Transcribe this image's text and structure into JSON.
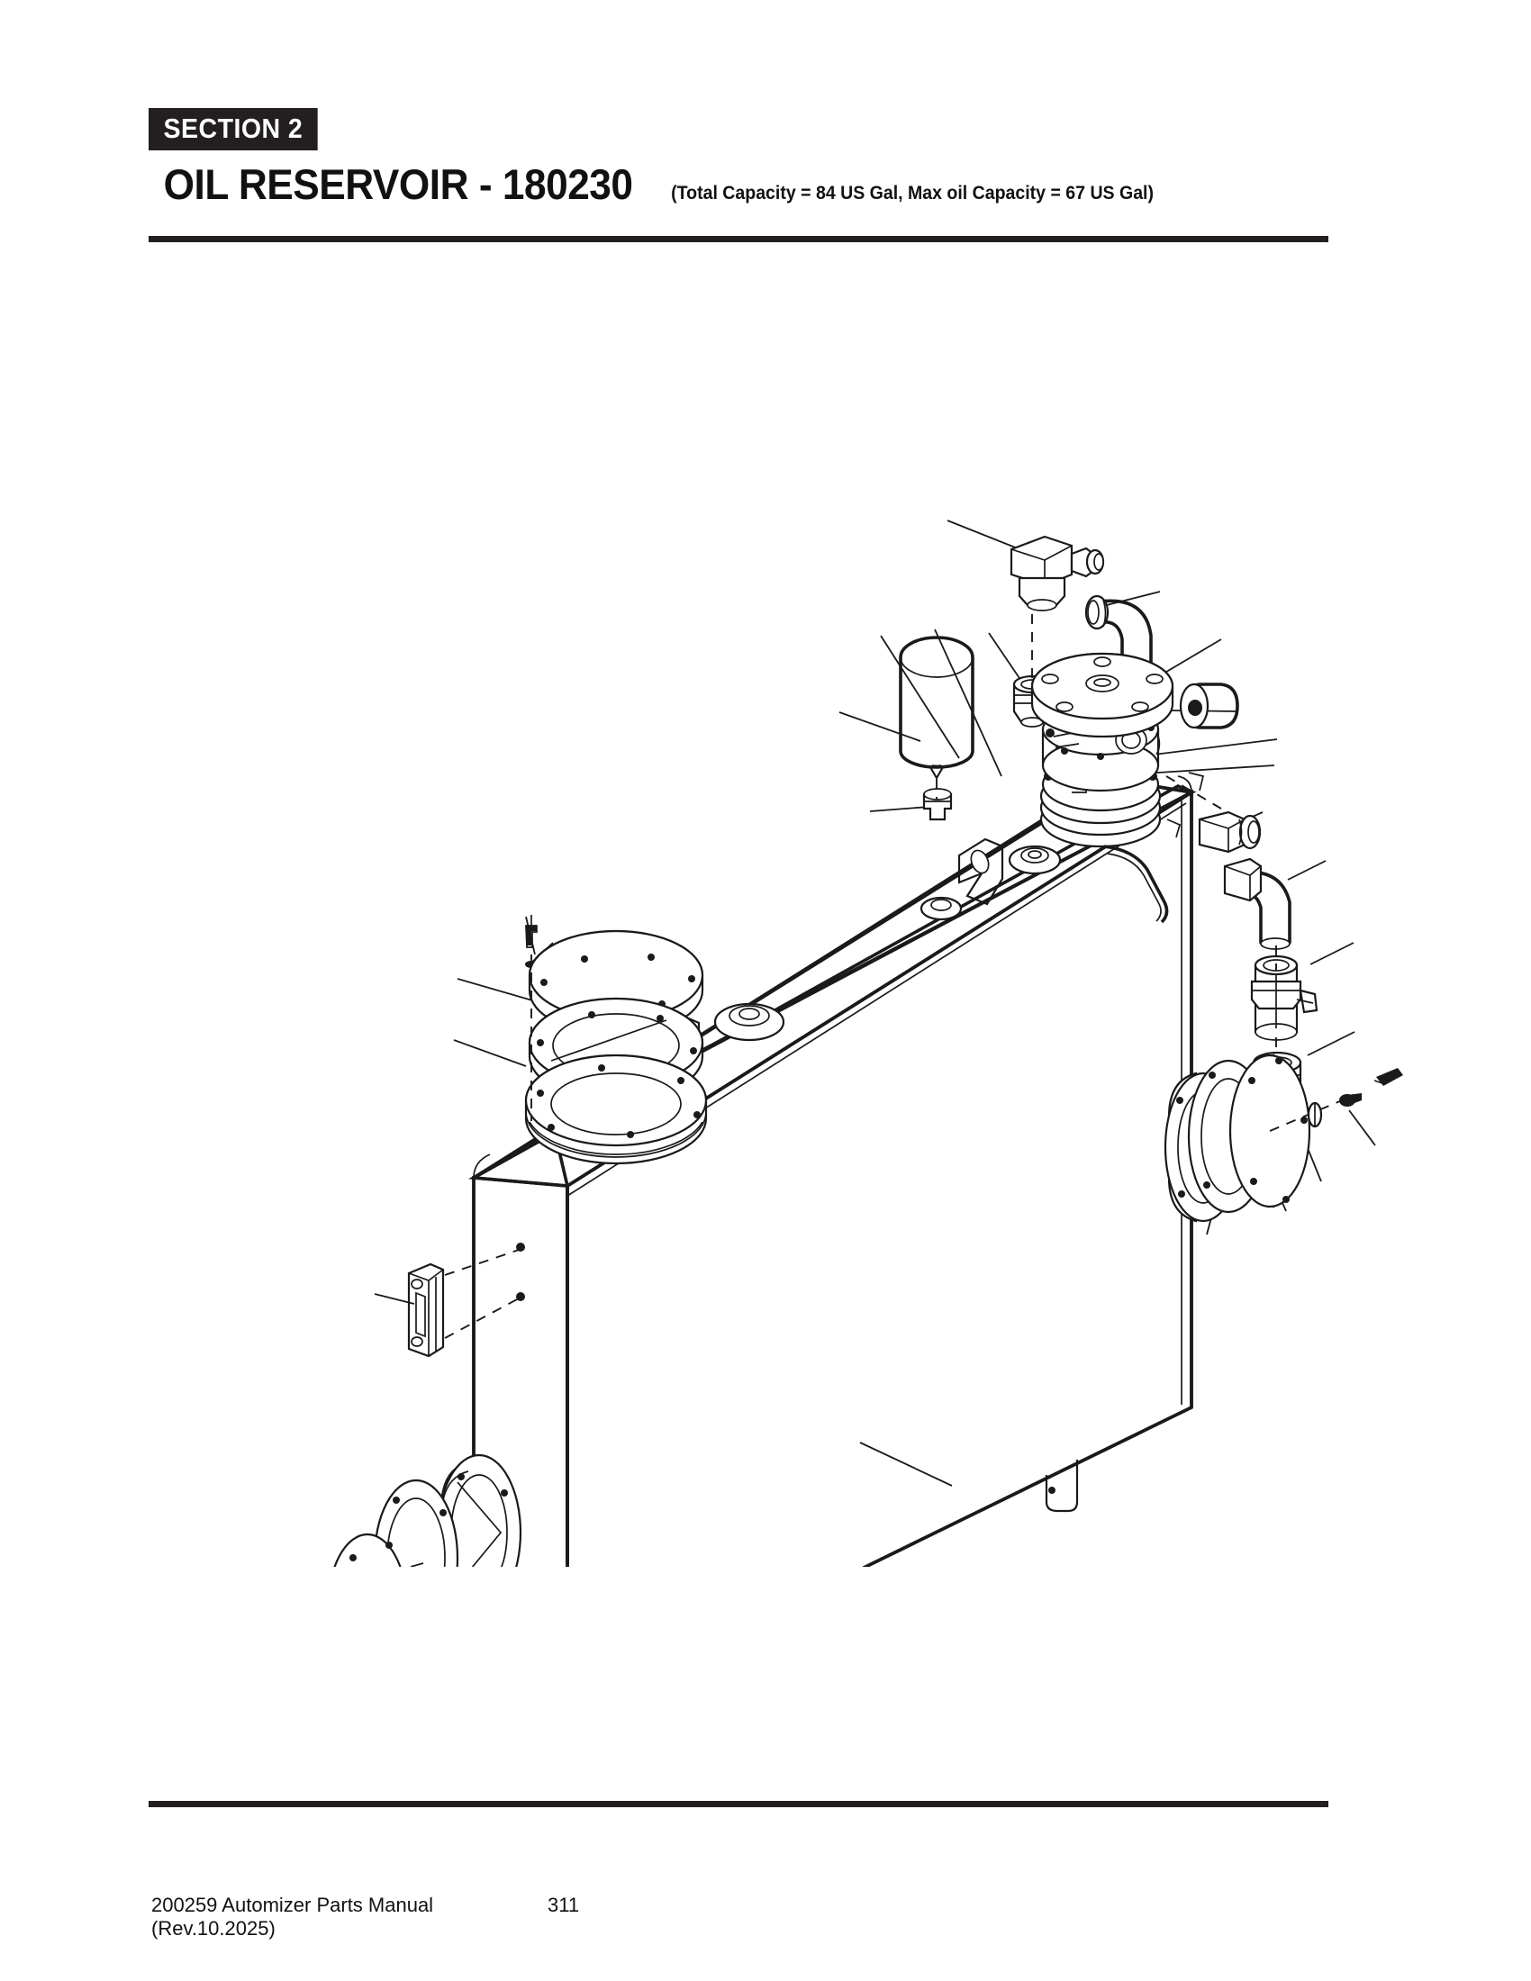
{
  "header": {
    "section_badge": "SECTION  2",
    "title": "OIL RESERVOIR - 180230",
    "subtitle": "(Total Capacity = 84 US Gal, Max oil Capacity = 67 US Gal)"
  },
  "footer": {
    "document": "200259 Automizer Parts Manual (Rev.10.2025)",
    "page_number": "311"
  },
  "figure": {
    "caption": "",
    "type": "exploded-isometric-assembly",
    "components": [
      "top-elbow-fitting",
      "curved-hose-elbow",
      "filter-canister",
      "hex-bushing",
      "suction-strainer-head",
      "round-plug-cap",
      "manifold-flange-body",
      "lifting-lug",
      "top-port-boss",
      "top-access-cover-plate",
      "top-access-gasket",
      "top-access-flange-ring",
      "cover-bolt",
      "cover-washer",
      "sight-level-gauge",
      "side-access-cover-plate",
      "side-access-gasket",
      "side-flange-ring",
      "side-cover-bolt",
      "side-cover-washer",
      "right-hex-fitting",
      "right-elbow-fitting",
      "right-valve-body",
      "right-hex-cap",
      "bottom-drain-bushing",
      "bottom-drain-valve",
      "reservoir-tank-body",
      "tank-foot"
    ],
    "colors": {
      "line": "#1a1a1a",
      "fill": "#ffffff",
      "accent": "#231f20"
    }
  }
}
